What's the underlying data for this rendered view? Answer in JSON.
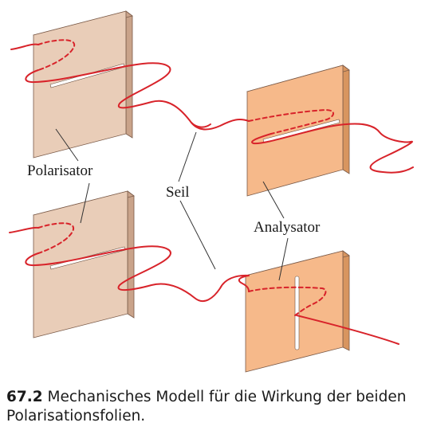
{
  "figure": {
    "labels": {
      "polarisator": "Polarisator",
      "seil": "Seil",
      "analysator": "Analysator"
    },
    "colors": {
      "rope": "#d8232a",
      "polarizer_face": "#e9cdb8",
      "polarizer_side": "#c9a38a",
      "analyzer_face": "#f6b98a",
      "analyzer_side": "#d8955f",
      "outline": "#7a5a48"
    },
    "panels": [
      {
        "role": "polarizer",
        "slit": "horizontal"
      },
      {
        "role": "analyzer",
        "slit": "horizontal"
      },
      {
        "role": "polarizer",
        "slit": "horizontal"
      },
      {
        "role": "analyzer",
        "slit": "vertical"
      }
    ]
  },
  "caption": {
    "number": "67.2",
    "text": " Mechanisches Modell für die Wirkung der beiden Polarisationsfolien."
  }
}
